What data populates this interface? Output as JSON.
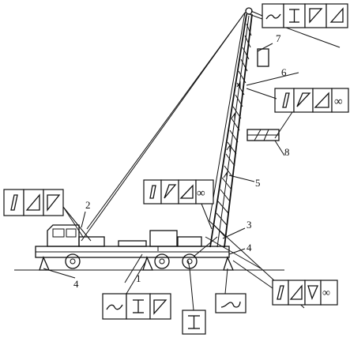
{
  "callouts": {
    "n1": "1",
    "n2": "2",
    "n3": "3",
    "n4a": "4",
    "n4b": "4",
    "n5": "5",
    "n6": "6",
    "n7": "7",
    "n8": "8",
    "inf": "∞"
  },
  "symbol_boxes": [
    {
      "id": "top",
      "symbols": [
        "wave-symbol",
        "i-beam-symbol",
        "flag-triangle-symbol",
        "right-triangle-symbol"
      ]
    },
    {
      "id": "mid-right",
      "symbols": [
        "parallelogram-symbol",
        "flag-triangle-symbol",
        "right-triangle-symbol",
        "infinity-symbol"
      ]
    },
    {
      "id": "mid-left",
      "symbols": [
        "parallelogram-symbol",
        "flag-triangle-symbol",
        "right-triangle-symbol",
        "infinity-symbol"
      ]
    },
    {
      "id": "left",
      "symbols": [
        "parallelogram-symbol",
        "right-triangle-symbol",
        "flag-triangle-symbol"
      ]
    },
    {
      "id": "bottom-left",
      "symbols": [
        "wave-symbol",
        "i-beam-symbol",
        "flag-triangle-symbol"
      ]
    },
    {
      "id": "bottom-center",
      "symbols": [
        "i-beam-symbol"
      ]
    },
    {
      "id": "bottom-center-right",
      "symbols": [
        "s-curve-symbol"
      ]
    },
    {
      "id": "bottom-right",
      "symbols": [
        "parallelogram-symbol",
        "right-triangle-symbol",
        "flag-triangle-symbol",
        "infinity-symbol"
      ]
    }
  ]
}
